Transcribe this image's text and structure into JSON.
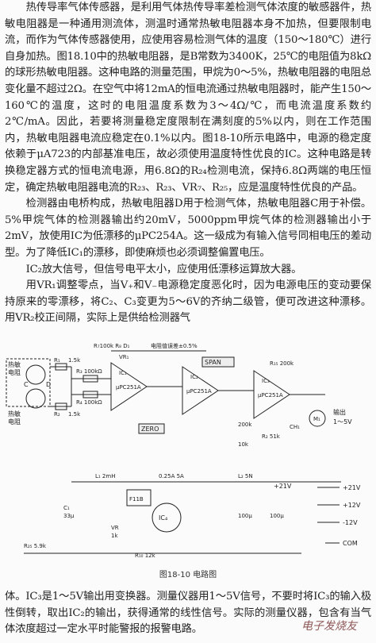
{
  "paragraphs_top": [
    "热传导率气体传感器，是利用气体热传导率差检测气体浓度的敏感器件，热敏电阻器是一种通用测流体，测温时通常热敏电阻器本身不加热，但要限制电流，而作为气体传感器使用，应使用容易检测气体的温度（150～180℃）进行自身加热。图18.10中的热敏电阻器，是B常数为3400K，25℃的电阻值为8kΩ的球形热敏电阻器。这种电路的测量范围，甲烷为0～5%，热敏电阻器的电阻总变化量不超过2Ω。在空气中将12mA的恒电流通过热敏电阻器时，能产生150～160℃的温度，这时的电阻温度系数为3～4Ω/℃，而电流温度系数约2℃/mA。因此，若要将测量稳定度限制在满刻度的5%以内，则在工作范围内，热敏电阻器电流应稳定在0.1%以内。图18-10所示电路中，电源的稳定度依赖于μA723的内部基准电压，故必须使用温度特性优良的IC。这种电路是转换稳定器方式的恒电流电源，用6.8Ω的R₂₄检测电流，保持6.8Ω两端的电压恒定，确定热敏电阻器电流的R₂₃、R₂₃、VR₇、R₂₅，应是温度特性优良的产品。",
    "检测器由电桥构成，热敏电阻器D用于检测气体，热敏电阻器C用于补偿。5%甲烷气体的检测器输出约20mV，5000ppm甲烷气体的检测器输出小于2mV，放使用IC为低漂移的μPC254A。这一级成为有输入信号同相电压的差动型。为了降低IC₁的漂移，即使麻烦也必须调整偏置电压。",
    "IC₂放大信号，但信号电平太小，应使用低漂移运算放大器。",
    "用VR₁调整零点，当V₊和V₋电源稳定度恶化时，因为电源电压的变动要保持原来的零漂移，将C₂、C₃变更为5～6V的齐纳二级管，便可改进这种漂移。用VR₂校正间隔，实际上是供给检测器气"
  ],
  "paragraph_bottom": "体。IC₃是1～5V输出用变换器。测量仪器用1～5V信号，不要时将IC₃的输入极性倒转，取出IC₂的输出，获得通常的线性信号。实际的测量仪器，包含有当气体浓度超过一定水平时能警报的报警电路。",
  "figure_caption": "图18-10  电路图",
  "watermark": "电子发烧友",
  "circuit_labels": {
    "sensor_top": "热敏",
    "sensor_top2": "电阻",
    "sensor_bottom": "热敏",
    "sensor_bottom2": "电阻",
    "c_label": "C",
    "d_label": "D",
    "r1": "R₁",
    "r1v": "1.5k",
    "r2": "R₂",
    "r2v": "1.5k",
    "r3": "R₃ 100kΩ",
    "r4": "R₄ 100kΩ",
    "r_top": "R₇100k R₈ D₁",
    "note": "电阻值误差±0.5%",
    "vr1": "VR₁",
    "span": "SPAN",
    "zero": "ZERO",
    "ic1": "μPC251A",
    "ic2": "μPC251A",
    "ic3": "μPC251A",
    "ic1n": "IC₁",
    "ic2n": "IC₂",
    "ic3n": "IC₃",
    "r_200k": "R₁₅ 200k",
    "r_200k2": "200k",
    "r_51k": "R₂ 51k",
    "r_10k": "10k",
    "output": "输出",
    "output_range": "1～5V",
    "m1": "M₁",
    "ch1": "CH₁",
    "l1": "L₁ 2mH",
    "current": "0.25A 5A",
    "l2": "L₂ 5N",
    "plus21": "+21V",
    "plus21b": "+21V",
    "plus12": "+12V",
    "minus12": "-12V",
    "com": "COM",
    "d1": "F11B",
    "ic4": "IC₄",
    "c1": "C₁",
    "c1v": "33μ",
    "c2v": "100μ",
    "c3v": "100μ",
    "vr7": "VR",
    "vr7v": "1k",
    "r_bottom": "R₂₅ 5.9k",
    "r_ref": "R₁₀ 12k"
  }
}
